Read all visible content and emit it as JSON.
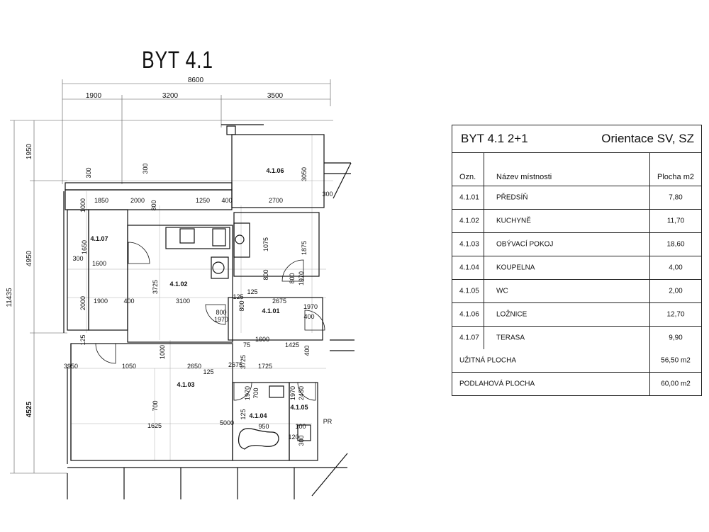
{
  "title": "BYT 4.1",
  "plan": {
    "dims_top": [
      "8600",
      "1900",
      "3200",
      "3500"
    ],
    "dims_left": [
      "1950",
      "4950",
      "11435",
      "4525"
    ],
    "dims_inner": [
      "300",
      "300",
      "1850",
      "2000",
      "1250",
      "400",
      "2700",
      "300",
      "3050",
      "1000",
      "800",
      "1650",
      "300",
      "1600",
      "1075",
      "1875",
      "800",
      "3725",
      "800",
      "1970",
      "125",
      "125",
      "2000",
      "1900",
      "400",
      "3100",
      "2675",
      "800",
      "1970",
      "800",
      "1970",
      "400",
      "125",
      "1000",
      "75",
      "1600",
      "1425",
      "400",
      "3950",
      "1050",
      "2650",
      "125",
      "2675",
      "1725",
      "3725",
      "700",
      "1970",
      "700",
      "1970",
      "2450",
      "125",
      "5000",
      "1625",
      "950",
      "100",
      "120",
      "300",
      "PR"
    ],
    "rooms": [
      "4.1.06",
      "4.1.07",
      "4.1.02",
      "4.1.01",
      "4.1.03",
      "4.1.04",
      "4.1.05"
    ]
  },
  "table": {
    "apartment": "BYT 4.1  2+1",
    "orientation": "Orientace SV, SZ",
    "col_code": "Ozn.",
    "col_name": "Název místnosti",
    "col_area": "Plocha m2",
    "rows": [
      {
        "code": "4.1.01",
        "name": "PŘEDSÍŇ",
        "area": "7,80"
      },
      {
        "code": "4.1.02",
        "name": "KUCHYNĚ",
        "area": "11,70"
      },
      {
        "code": "4.1.03",
        "name": "OBÝVACÍ POKOJ",
        "area": "18,60"
      },
      {
        "code": "4.1.04",
        "name": "KOUPELNA",
        "area": "4,00"
      },
      {
        "code": "4.1.05",
        "name": "WC",
        "area": "2,00"
      },
      {
        "code": "4.1.06",
        "name": "LOŽNICE",
        "area": "12,70"
      },
      {
        "code": "4.1.07",
        "name": "TERASA",
        "area": "9,90"
      }
    ],
    "usable_label": "UŽITNÁ PLOCHA",
    "usable_value": "56,50 m2",
    "floor_label": "PODLAHOVÁ PLOCHA",
    "floor_value": "60,00 m2"
  }
}
